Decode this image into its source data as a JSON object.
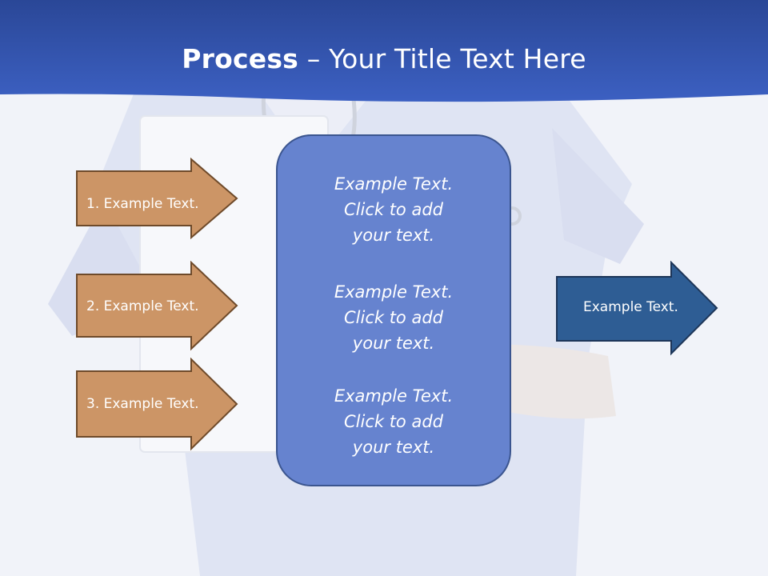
{
  "title": {
    "bold": "Process",
    "rest": " – Your Title Text Here"
  },
  "left_arrows": [
    {
      "label": "1. Example Text."
    },
    {
      "label": "2. Example Text."
    },
    {
      "label": "3. Example Text."
    }
  ],
  "center_blocks": [
    {
      "line1": "Example Text.",
      "line2": "Click  to add",
      "line3": "your text."
    },
    {
      "line1": "Example Text.",
      "line2": "Click  to add",
      "line3": "your text."
    },
    {
      "line1": "Example Text.",
      "line2": "Click  to add",
      "line3": "your text."
    }
  ],
  "right_arrow": {
    "label": "Example Text."
  },
  "colors": {
    "header": "#2f4fa6",
    "left_arrow_fill": "#cc9566",
    "left_arrow_border": "#6e4a2a",
    "center_fill": "#6683cf",
    "right_arrow_fill": "#2e5d94"
  }
}
